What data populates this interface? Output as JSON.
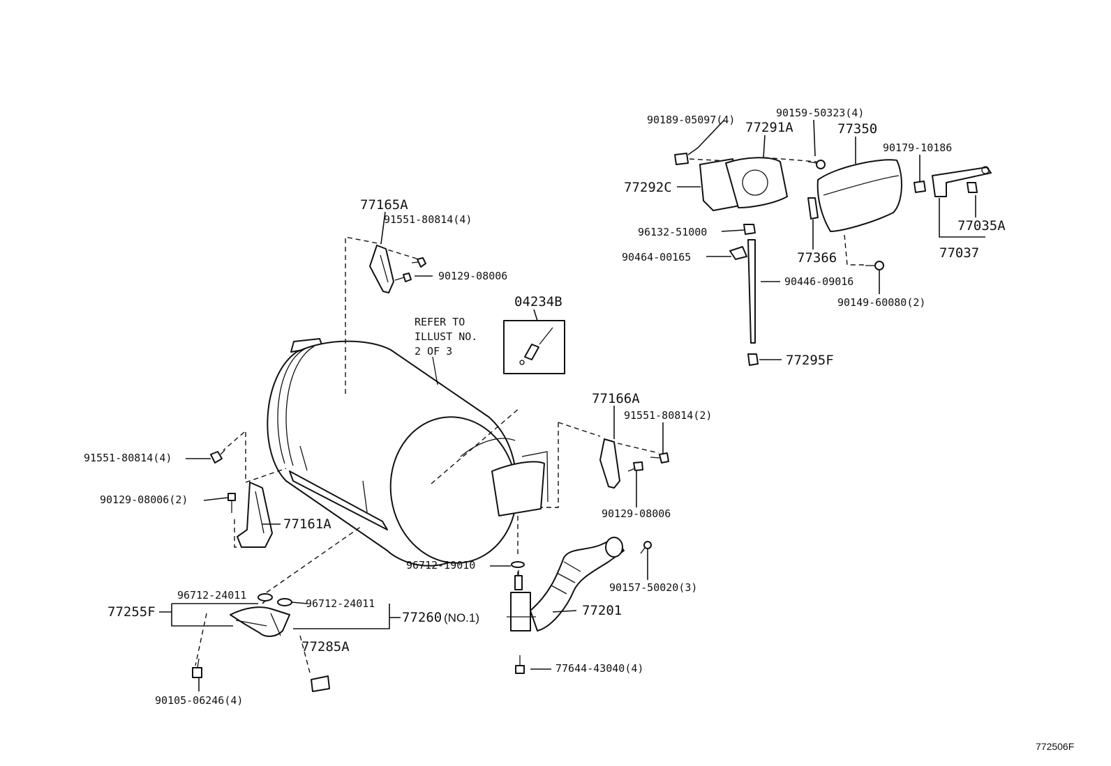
{
  "figure_id": "772506F",
  "note": [
    "REFER TO",
    "ILLUST NO.",
    "2 OF 3"
  ],
  "labels": {
    "l_90189": "90189-05097(4)",
    "l_90159": "90159-50323(4)",
    "l_77291A": "77291A",
    "l_77350": "77350",
    "l_90179": "90179-10186",
    "l_77292C": "77292C",
    "l_77035A": "77035A",
    "l_96132": "96132-51000",
    "l_90464": "90464-00165",
    "l_77366": "77366",
    "l_77037": "77037",
    "l_90446": "90446-09016",
    "l_90149": "90149-60080(2)",
    "l_77295F": "77295F",
    "l_77165A": "77165A",
    "l_91551a": "91551-80814(4)",
    "l_90129a": "90129-08006",
    "l_04234B": "04234B",
    "l_77166A": "77166A",
    "l_91551b": "91551-80814(2)",
    "l_91551c": "91551-80814(4)",
    "l_90129b": "90129-08006(2)",
    "l_77161A": "77161A",
    "l_90129c": "90129-08006",
    "l_96712a": "96712-19010",
    "l_90157": "90157-50020(3)",
    "l_96712b": "96712-24011",
    "l_96712c": "96712-24011",
    "l_77255F": "77255F",
    "l_77260": "77260",
    "l_no1": "(NO.1)",
    "l_77201": "77201",
    "l_77285A": "77285A",
    "l_77644": "77644-43040(4)",
    "l_90105": "90105-06246(4)"
  }
}
